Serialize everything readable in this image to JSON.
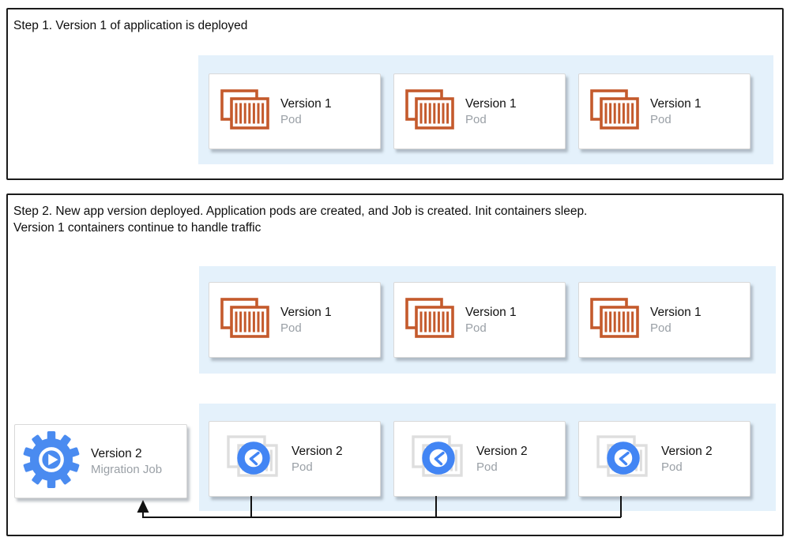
{
  "colors": {
    "container_orange": "#c45a2c",
    "job_blue": "#4285f4",
    "zone_blue": "#e4f1fb",
    "muted_text_gray": "#9aa0a6",
    "panel_border": "#1b1b1b",
    "connector_black": "#111111"
  },
  "step1": {
    "title": "Step 1. Version 1 of application is deployed",
    "pods": [
      {
        "name": "Version 1",
        "type": "Pod",
        "icon": "container-icon"
      },
      {
        "name": "Version 1",
        "type": "Pod",
        "icon": "container-icon"
      },
      {
        "name": "Version 1",
        "type": "Pod",
        "icon": "container-icon"
      }
    ]
  },
  "step2": {
    "title_line1": "Step 2. New app version deployed. Application pods are created, and Job is created. Init containers sleep.",
    "title_line2": "Version 1 containers continue to handle traffic",
    "v1_pods": [
      {
        "name": "Version 1",
        "type": "Pod",
        "icon": "container-icon"
      },
      {
        "name": "Version 1",
        "type": "Pod",
        "icon": "container-icon"
      },
      {
        "name": "Version 1",
        "type": "Pod",
        "icon": "container-icon"
      }
    ],
    "v2_pods": [
      {
        "name": "Version 2",
        "type": "Pod",
        "icon": "sleeping-container-clock-icon"
      },
      {
        "name": "Version 2",
        "type": "Pod",
        "icon": "sleeping-container-clock-icon"
      },
      {
        "name": "Version 2",
        "type": "Pod",
        "icon": "sleeping-container-clock-icon"
      }
    ],
    "migration_job": {
      "name": "Version 2",
      "type": "Migration Job",
      "icon": "gear-play-job-icon"
    },
    "connector": "arrows from Version 2 pods joining into one line pointing up at Migration Job"
  }
}
